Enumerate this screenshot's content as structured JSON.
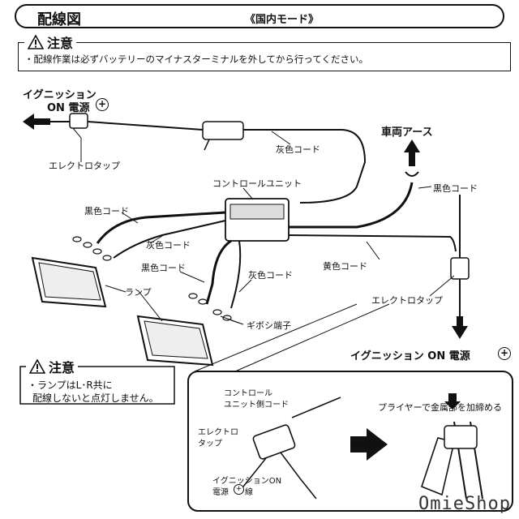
{
  "header": {
    "title": "配線図",
    "mode": "《国内モード》"
  },
  "caution_top": {
    "heading": "注意",
    "text": "・配線作業は必ずバッテリーのマイナスターミナルを外してから行ってください。"
  },
  "caution_bottom": {
    "heading": "注意",
    "line1": "・ランプはL･R共に",
    "line2": "配線しないと点灯しません。"
  },
  "labels": {
    "ignition_left_1": "イグニッション",
    "ignition_left_2": "ON 電源",
    "plus": "+",
    "electro_tap_left": "エレクトロタップ",
    "gray_cord_top": "灰色コード",
    "body_earth": "車両アース",
    "control_unit": "コントロールユニット",
    "black_cord_right": "黒色コード",
    "black_cord_left": "黒色コード",
    "gray_cord_mid": "灰色コード",
    "yellow_cord": "黄色コード",
    "black_cord_mid": "黒色コード",
    "gray_cord_low": "灰色コード",
    "lamp": "ランプ",
    "electro_tap_right": "エレクトロタップ",
    "gibosi": "ギボシ端子",
    "ignition_right": "イグニッション ON 電源",
    "inset_control": "コントロール",
    "inset_control2": "ユニット側コード",
    "inset_electro1": "エレクトロ",
    "inset_electro2": "タップ",
    "inset_ign1": "イグニッションON",
    "inset_ign2": "電源",
    "inset_ign3": "線",
    "pliers": "プライヤーで金属部を加締める"
  },
  "watermark": "OmieShop"
}
